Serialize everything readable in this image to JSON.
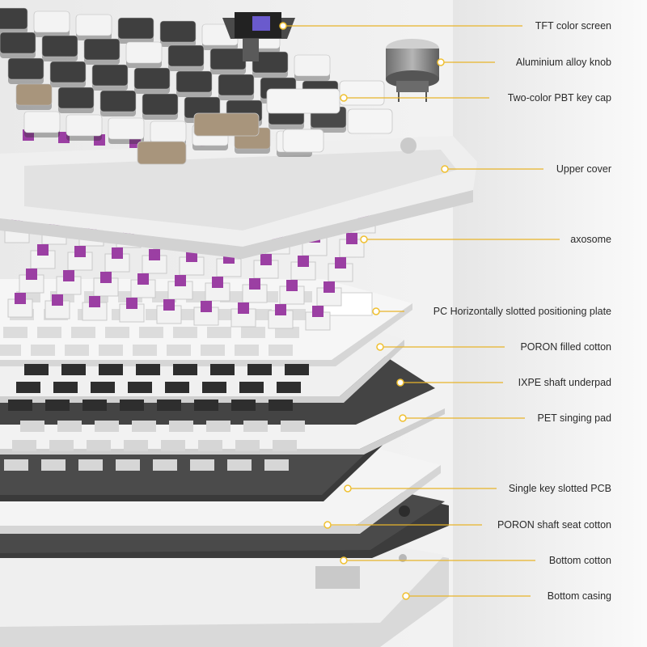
{
  "accent_color": "#e8b42a",
  "switch_color": "#9b3fa3",
  "callouts": [
    {
      "id": "tft",
      "label": "TFT color screen"
    },
    {
      "id": "knob",
      "label": "Aluminium alloy knob"
    },
    {
      "id": "keycap",
      "label": "Two-color PBT key cap"
    },
    {
      "id": "upper",
      "label": "Upper cover"
    },
    {
      "id": "axosome",
      "label": "axosome"
    },
    {
      "id": "plate",
      "label": "PC Horizontally slotted positioning plate"
    },
    {
      "id": "poron1",
      "label": "PORON filled cotton"
    },
    {
      "id": "ixpe",
      "label": "IXPE shaft underpad"
    },
    {
      "id": "pet",
      "label": "PET singing pad"
    },
    {
      "id": "pcb",
      "label": "Single key slotted PCB"
    },
    {
      "id": "poron2",
      "label": "PORON shaft seat cotton"
    },
    {
      "id": "bottomcotton",
      "label": "Bottom cotton"
    },
    {
      "id": "casing",
      "label": "Bottom casing"
    }
  ]
}
